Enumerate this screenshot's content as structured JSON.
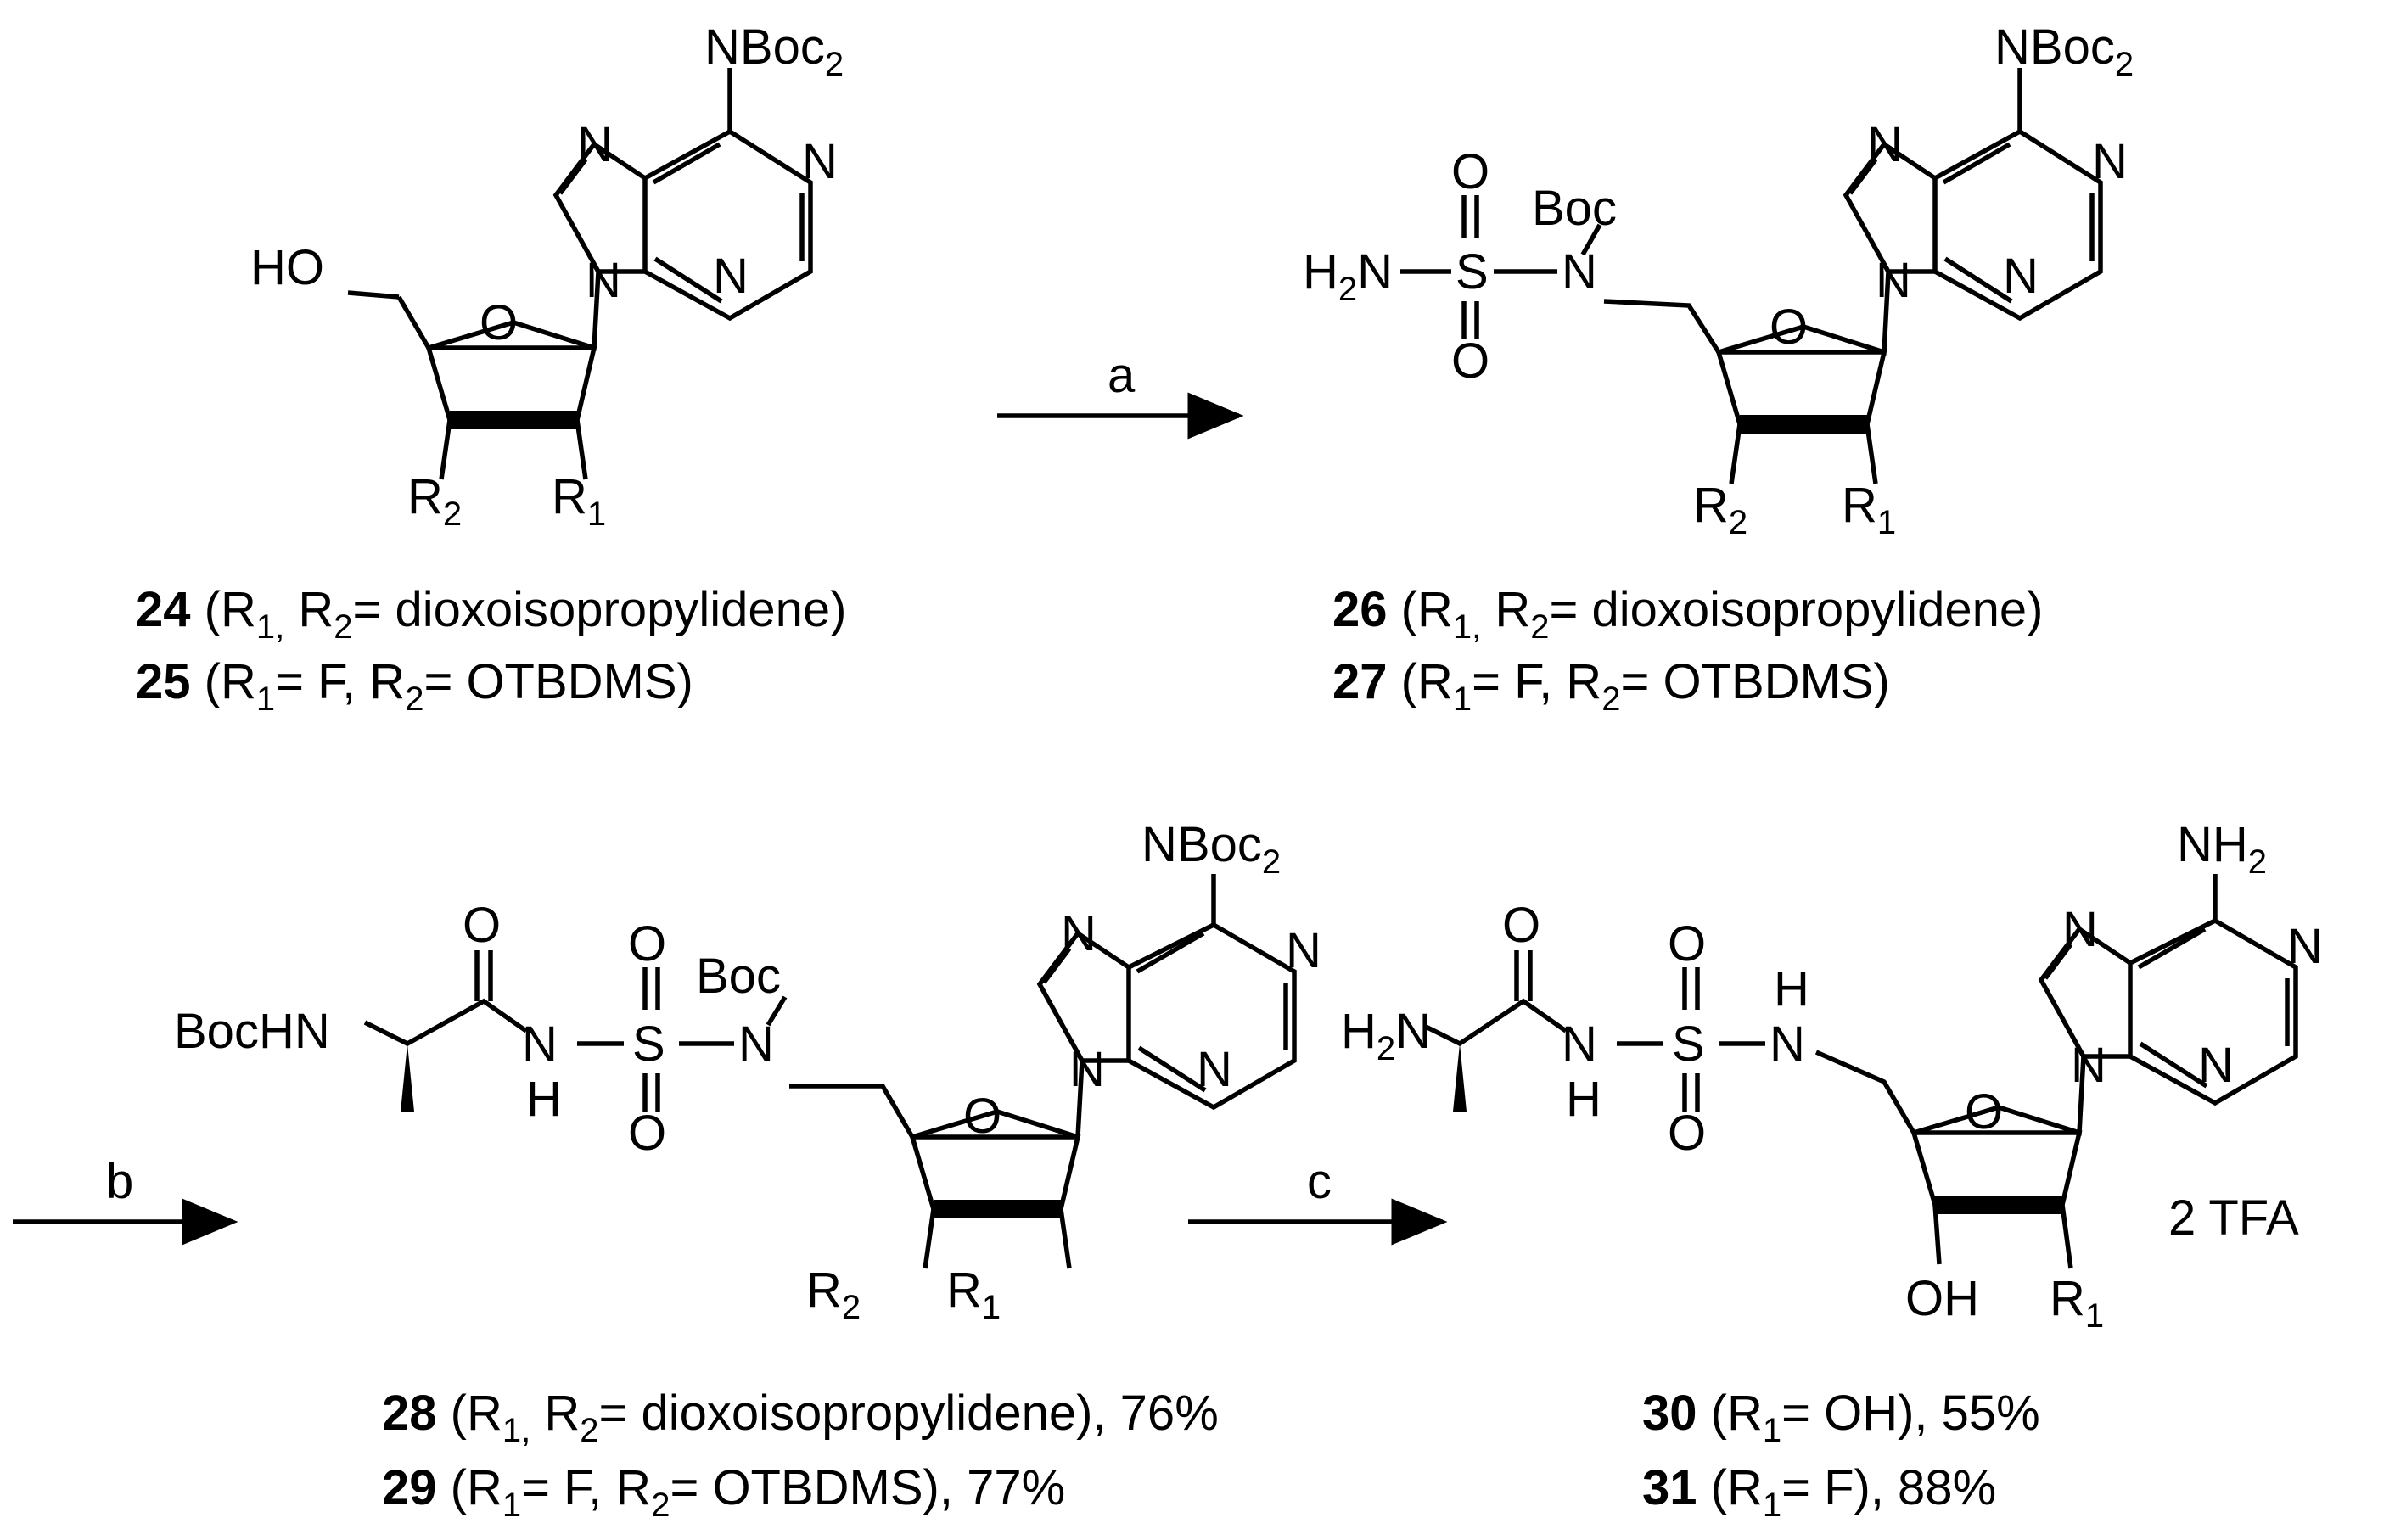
{
  "atom_labels": {
    "nboc2": "NBoc",
    "n": "N",
    "ho": "HO",
    "o": "O",
    "r": "R",
    "h2n": "H",
    "boc": "Boc",
    "s": "S",
    "bochn": "BocHN",
    "h": "H",
    "oh": "OH",
    "nh2": "NH",
    "sub1": "1",
    "sub2": "2"
  },
  "steps": [
    {
      "label": "a"
    },
    {
      "label": "b"
    },
    {
      "label": "c"
    }
  ],
  "salt": "2 TFA",
  "compounds": [
    {
      "number": "24",
      "desc": " (R",
      "mid": " R",
      "tail": "= dioxoisopropylidene)"
    },
    {
      "number": "25",
      "desc": " (R",
      "mid": "= F,  R",
      "tail": "= OTBDMS)"
    },
    {
      "number": "26",
      "desc": " (R",
      "mid": " R",
      "tail": "= dioxoisopropylidene)"
    },
    {
      "number": "27",
      "desc": " (R",
      "mid": "= F,  R",
      "tail": "= OTBDMS)"
    },
    {
      "number": "28",
      "desc": " (R",
      "mid": " R",
      "tail": "= dioxoisopropylidene), 76%"
    },
    {
      "number": "29",
      "desc": " (R",
      "mid": "= F,  R",
      "tail": "= OTBDMS), 77%"
    },
    {
      "number": "30",
      "desc": " (R",
      "mid": "",
      "tail": "= OH), 55%"
    },
    {
      "number": "31",
      "desc": " (R",
      "mid": "",
      "tail": "= F), 88%"
    }
  ]
}
